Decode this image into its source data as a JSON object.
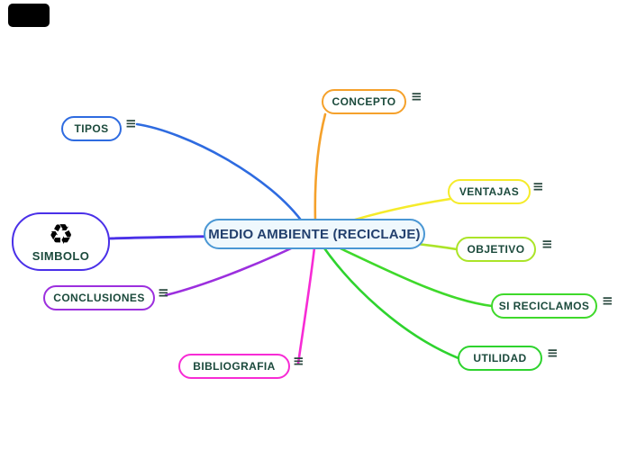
{
  "canvas": {
    "background": "#ffffff"
  },
  "corner_block": {
    "color": "#000000"
  },
  "styles": {
    "label_text": "#1b4a3c",
    "menu_icon": "#2b4a40",
    "link_width": "2.6"
  },
  "icons": {
    "details_glyph": "≡",
    "recycle_glyph": "♻",
    "recycle_color": "#000000"
  },
  "center": {
    "label": "MEDIO AMBIENTE (RECICLAJE)",
    "border_color": "#4a97d4",
    "fill": "#eff8fd",
    "text_color": "#23406e"
  },
  "nodes": [
    {
      "id": "concepto",
      "label": "CONCEPTO",
      "color": "#f5a12b"
    },
    {
      "id": "tipos",
      "label": "TIPOS",
      "color": "#2e6be0"
    },
    {
      "id": "ventajas",
      "label": "VENTAJAS",
      "color": "#f5eb2a"
    },
    {
      "id": "objetivo",
      "label": "OBJETIVO",
      "color": "#abe428"
    },
    {
      "id": "simbolo",
      "label": "SIMBOLO",
      "color": "#4a30e8"
    },
    {
      "id": "conclusiones",
      "label": "CONCLUSIONES",
      "color": "#9c2fde"
    },
    {
      "id": "si_reciclamos",
      "label": "SI RECICLAMOS",
      "color": "#3fd92b"
    },
    {
      "id": "utilidad",
      "label": "UTILIDAD",
      "color": "#2ed32e"
    },
    {
      "id": "bibliografia",
      "label": "BIBLIOGRAFIA",
      "color": "#f72bd5"
    }
  ]
}
